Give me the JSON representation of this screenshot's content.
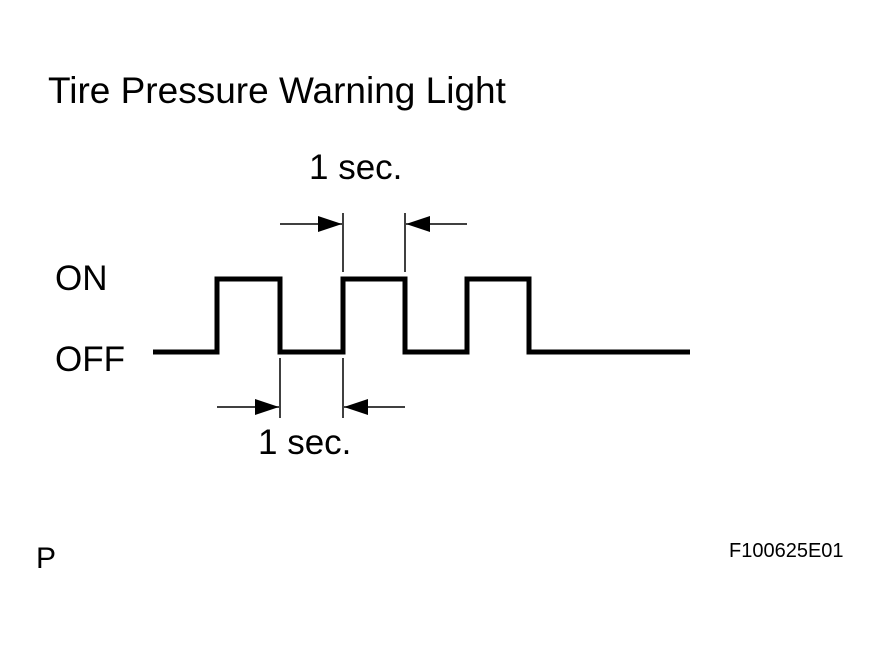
{
  "title": "Tire Pressure Warning Light",
  "states": {
    "on": "ON",
    "off": "OFF"
  },
  "dimensions": {
    "on_period": "1 sec.",
    "off_period": "1 sec."
  },
  "signal": {
    "sequence": [
      "OFF",
      "ON",
      "OFF",
      "ON",
      "OFF",
      "ON",
      "OFF"
    ],
    "pulse_count": 3,
    "period_seconds": 1
  },
  "footer": {
    "marker": "P",
    "figure_id": "F100625E01"
  }
}
